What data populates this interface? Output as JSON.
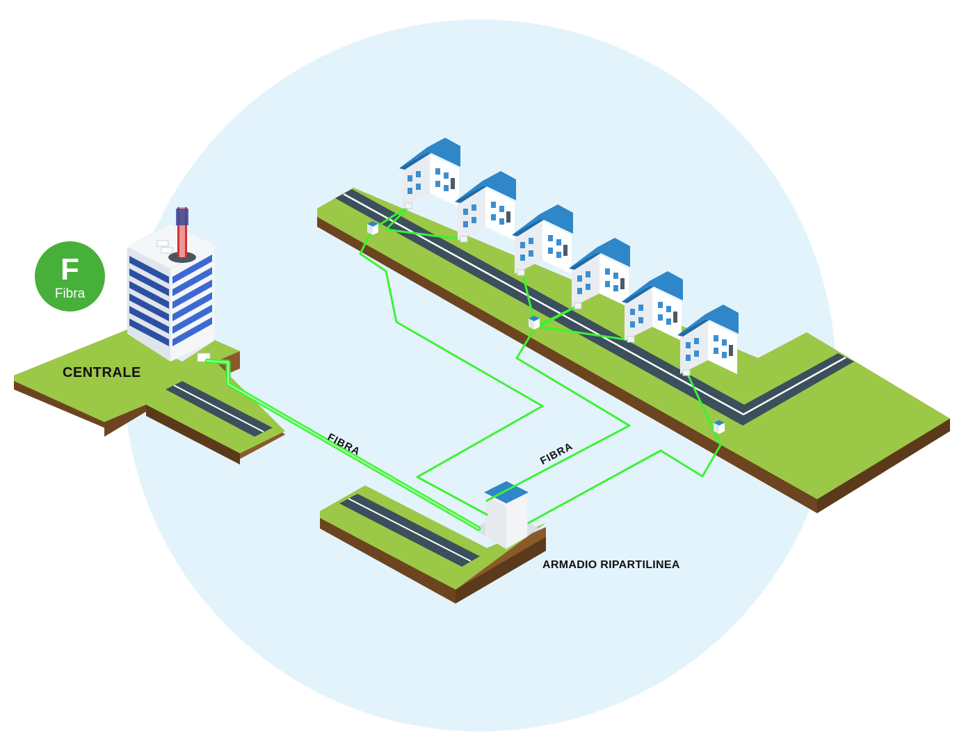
{
  "badge": {
    "letter": "F",
    "text": "Fibra",
    "color": "#47b03a"
  },
  "labels": {
    "centrale": "CENTRALE",
    "armadio": "ARMADIO RIPARTILINEA",
    "fibra_1": "FIBRA",
    "fibra_2": "FIBRA"
  },
  "colors": {
    "background_circle": "#e3f3fc",
    "grass": "#9cc847",
    "soil": "#8a5a2b",
    "road": "#3c4f5c",
    "fiber": "#3df235",
    "roof": "#2f86c8"
  },
  "houses_count": 6
}
